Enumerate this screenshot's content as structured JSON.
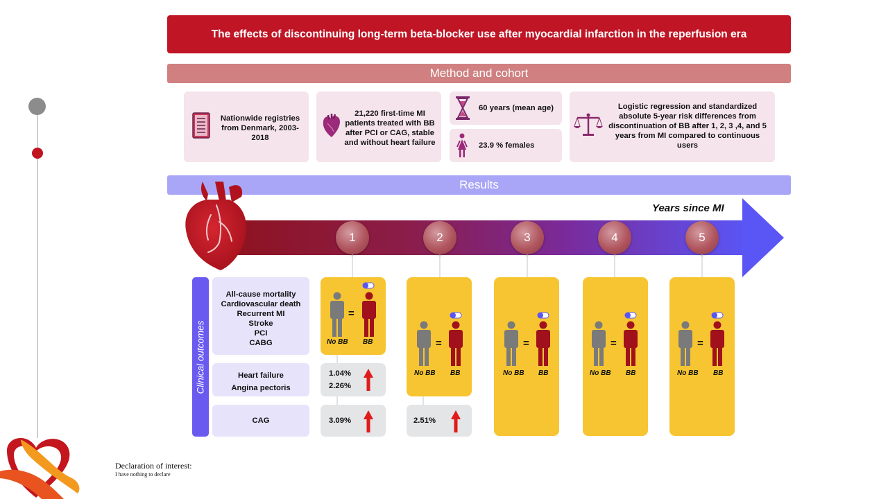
{
  "header": {
    "title": "The effects of discontinuing long-term beta-blocker use after myocardial infarction in the reperfusion era"
  },
  "method": {
    "heading": "Method and cohort",
    "registries": "Nationwide registries from Denmark, 2003-2018",
    "patients": "21,220 first-time MI patients treated with BB after PCI or CAG, stable and without heart failure",
    "age": "60 years (mean age)",
    "females": "23.9 % females",
    "analysis": "Logistic regression and standardized absolute 5-year risk differences from discontinuation of BB after 1, 2, 3 ,4, and 5 years from MI compared to continuous users"
  },
  "results": {
    "heading": "Results",
    "timeline_label": "Years since MI",
    "years": [
      "1",
      "2",
      "3",
      "4",
      "5"
    ],
    "clinical_label": "Clinical outcomes",
    "outcomes_group1": [
      "All-cause mortality",
      "Cardiovascular death",
      "Recurrent MI",
      "Stroke",
      "PCI",
      "CABG"
    ],
    "outcomes_group2": [
      "Heart failure",
      "Angina pectoris"
    ],
    "outcomes_group3": [
      "CAG"
    ],
    "no_bb_label": "No BB",
    "bb_label": "BB",
    "equals": "=",
    "year1_hf": "1.04%",
    "year1_angina": "2.26%",
    "year1_cag": "3.09%",
    "year2_cag": "2.51%"
  },
  "footer": {
    "declaration_title": "Declaration of interest:",
    "declaration_text": "I have nothing to declare"
  },
  "colors": {
    "title_red": "#bf1525",
    "method_pink": "#d08080",
    "results_lavender": "#a9a6f7",
    "outcome_yellow": "#f6c531",
    "clinical_purple": "#6a5af0",
    "increase_arrow": "#e01b1b"
  },
  "icons": [
    "document-list-icon",
    "heart-icon",
    "hourglass-icon",
    "female-icon",
    "scales-icon",
    "pill-icon",
    "person-icon",
    "up-arrow-icon",
    "ribbon-heart-logo"
  ]
}
